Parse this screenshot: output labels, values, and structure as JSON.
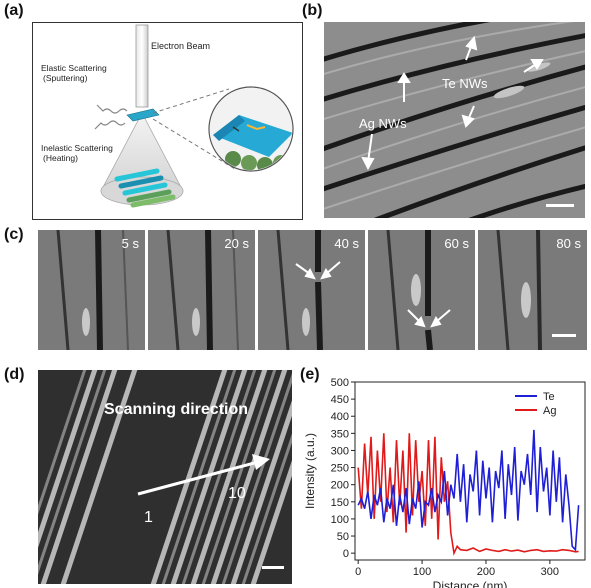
{
  "panels": {
    "a": {
      "label": "(a)",
      "electron_beam": "Electron Beam",
      "elastic_line1": "Elastic Scattering",
      "elastic_line2": "(Sputtering)",
      "inelastic_line1": "Inelastic Scattering",
      "inelastic_line2": "(Heating)"
    },
    "b": {
      "label": "(b)",
      "te_nws": "Te NWs",
      "ag_nws": "Ag NWs"
    },
    "c": {
      "label": "(c)",
      "frames": [
        "5 s",
        "20 s",
        "40 s",
        "60 s",
        "80 s"
      ]
    },
    "d": {
      "label": "(d)",
      "scan_text": "Scanning direction",
      "start_label": "1",
      "end_label": "10"
    },
    "e": {
      "label": "(e)"
    }
  },
  "chart_data": {
    "type": "line",
    "xlabel": "Distance (nm)",
    "ylabel": "Intensity (a.u.)",
    "xlim": [
      -5,
      355
    ],
    "ylim": [
      -20,
      500
    ],
    "xticks": [
      0,
      100,
      200,
      300
    ],
    "yticks": [
      0,
      50,
      100,
      150,
      200,
      250,
      300,
      350,
      400,
      450,
      500
    ],
    "legend_position": "top-right",
    "series": [
      {
        "name": "Te",
        "color": "#1f1fd6",
        "x": [
          0,
          5,
          10,
          15,
          20,
          25,
          30,
          35,
          40,
          45,
          50,
          55,
          60,
          65,
          70,
          75,
          80,
          85,
          90,
          95,
          100,
          105,
          110,
          115,
          120,
          125,
          130,
          135,
          140,
          145,
          150,
          155,
          160,
          165,
          170,
          175,
          180,
          185,
          190,
          195,
          200,
          205,
          210,
          215,
          220,
          225,
          230,
          235,
          240,
          245,
          250,
          255,
          260,
          265,
          270,
          275,
          280,
          285,
          290,
          295,
          300,
          305,
          310,
          315,
          320,
          325,
          330,
          335,
          340,
          345
        ],
        "y": [
          140,
          160,
          130,
          180,
          100,
          170,
          140,
          190,
          90,
          160,
          130,
          200,
          80,
          170,
          120,
          190,
          85,
          160,
          130,
          210,
          75,
          150,
          140,
          190,
          120,
          170,
          150,
          240,
          110,
          200,
          160,
          290,
          150,
          260,
          90,
          230,
          180,
          300,
          110,
          270,
          160,
          250,
          90,
          240,
          190,
          300,
          100,
          260,
          170,
          310,
          95,
          240,
          200,
          290,
          170,
          360,
          120,
          310,
          180,
          250,
          110,
          300,
          150,
          280,
          90,
          230,
          140,
          20,
          10,
          140
        ]
      },
      {
        "name": "Ag",
        "color": "#e01a1a",
        "x": [
          0,
          5,
          10,
          15,
          20,
          25,
          30,
          35,
          40,
          45,
          50,
          55,
          60,
          65,
          70,
          75,
          80,
          85,
          90,
          95,
          100,
          105,
          110,
          115,
          120,
          125,
          130,
          135,
          140,
          145,
          150,
          155,
          160,
          170,
          180,
          190,
          200,
          210,
          220,
          230,
          240,
          250,
          260,
          270,
          280,
          290,
          300,
          310,
          320,
          330,
          340,
          345
        ],
        "y": [
          250,
          130,
          320,
          170,
          340,
          100,
          300,
          150,
          350,
          120,
          250,
          90,
          330,
          140,
          300,
          60,
          350,
          110,
          330,
          150,
          240,
          80,
          330,
          100,
          340,
          40,
          280,
          150,
          210,
          60,
          0,
          20,
          10,
          8,
          15,
          5,
          12,
          8,
          5,
          10,
          6,
          9,
          4,
          8,
          10,
          5,
          7,
          6,
          10,
          8,
          4,
          5
        ]
      }
    ]
  }
}
